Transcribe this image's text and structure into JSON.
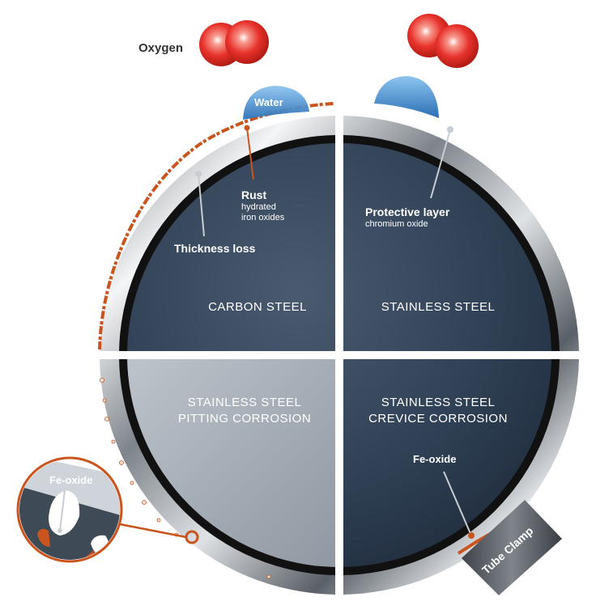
{
  "labels": {
    "oxygen": "Oxygen",
    "water": "Water",
    "rust_title": "Rust",
    "rust_sub1": "hydrated",
    "rust_sub2": "iron oxides",
    "thickness_loss": "Thickness loss",
    "protective_title": "Protective layer",
    "protective_sub": "chromium oxide",
    "fe_oxide_inset": "Fe-oxide",
    "fe_oxide_crevice": "Fe-oxide",
    "tube_clamp": "Tube Clamp"
  },
  "quadrants": {
    "top_left": "CARBON STEEL",
    "top_right": "STAINLESS STEEL",
    "bottom_left_line1": "STAINLESS STEEL",
    "bottom_left_line2": "PITTING CORROSION",
    "bottom_right_line1": "STAINLESS STEEL",
    "bottom_right_line2": "CREVICE CORROSION"
  },
  "colors": {
    "oxygen_red": "#e8322c",
    "water_blue": "#3f8fd2",
    "rust_orange": "#c9541e",
    "pipe_interior_dark": "#2b3a4d",
    "pipe_interior_light": "#9aa4ae",
    "clamp_gray": "#5d6168"
  }
}
